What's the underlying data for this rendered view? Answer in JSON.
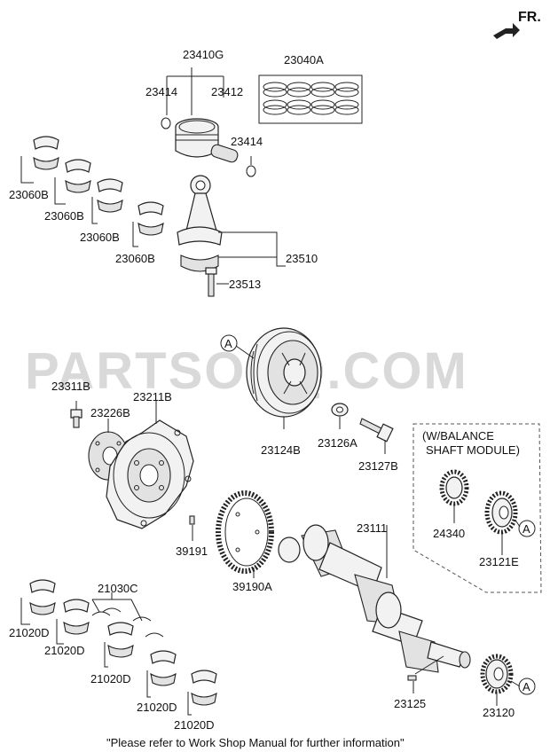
{
  "watermark": "PARTSOUQ.COM",
  "direction_label": "FR.",
  "footer_note": "\"Please refer to Work Shop Manual for further information\"",
  "balance_box_lines": [
    "(W/BALANCE",
    "SHAFT MODULE)"
  ],
  "callouts": {
    "c1": "A",
    "c2": "A",
    "c3": "A"
  },
  "parts": {
    "p23410G": "23410G",
    "p23040A": "23040A",
    "p23414a": "23414",
    "p23412": "23412",
    "p23414b": "23414",
    "p23060B_1": "23060B",
    "p23060B_2": "23060B",
    "p23060B_3": "23060B",
    "p23060B_4": "23060B",
    "p23510": "23510",
    "p23513": "23513",
    "p23311B": "23311B",
    "p23211B": "23211B",
    "p23226B": "23226B",
    "p23124B": "23124B",
    "p23126A": "23126A",
    "p23127B": "23127B",
    "p24340": "24340",
    "p23121E": "23121E",
    "p39191": "39191",
    "p39190A": "39190A",
    "p23111": "23111",
    "p21030C": "21030C",
    "p21020D_1": "21020D",
    "p21020D_2": "21020D",
    "p21020D_3": "21020D",
    "p21020D_4": "21020D",
    "p21020D_5": "21020D",
    "p23125": "23125",
    "p23120": "23120"
  }
}
